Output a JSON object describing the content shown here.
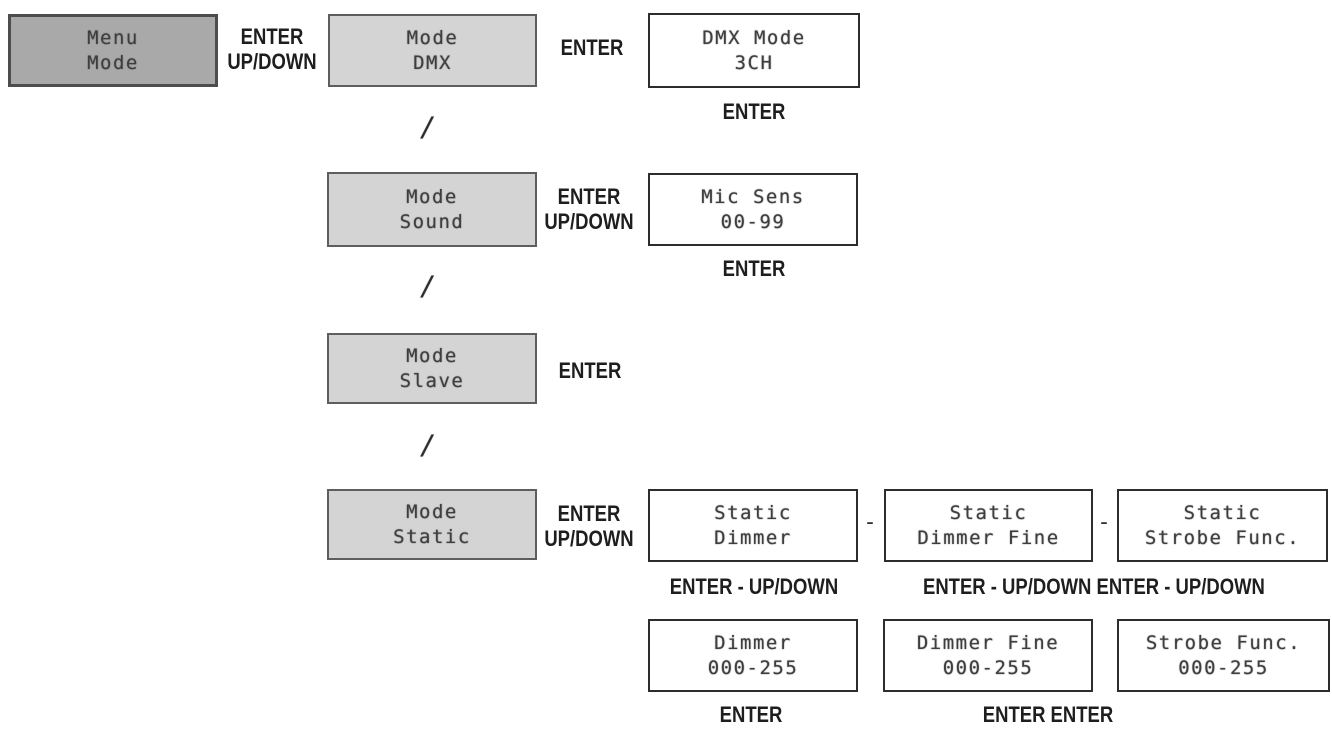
{
  "diagram_title": "menu-mode-navigation-flow",
  "colors": {
    "background": "#ffffff",
    "menu_box_fill": "#a9a9a9",
    "menu_box_border": "#4d4d4d",
    "mode_box_fill": "#d4d4d4",
    "mode_box_border": "#5e5e5e",
    "white_box_fill": "#ffffff",
    "white_box_border": "#2d2d2d",
    "lcd_text": "#3e3e3e",
    "label_text": "#1e1e1e"
  },
  "screens": {
    "menu": {
      "line1": "Menu",
      "line2": "Mode"
    },
    "mode_dmx": {
      "line1": "Mode",
      "line2": "DMX"
    },
    "dmx_mode": {
      "line1": "DMX Mode",
      "line2": "3CH"
    },
    "mode_sound": {
      "line1": "Mode",
      "line2": "Sound"
    },
    "mic_sens": {
      "line1": "Mic Sens",
      "line2": "00-99"
    },
    "mode_slave": {
      "line1": "Mode",
      "line2": "Slave"
    },
    "mode_static": {
      "line1": "Mode",
      "line2": "Static"
    },
    "static_dimmer": {
      "line1": "Static",
      "line2": "Dimmer"
    },
    "static_dimmer_fine": {
      "line1": "Static",
      "line2": "Dimmer Fine"
    },
    "static_strobe": {
      "line1": "Static",
      "line2": "Strobe Func."
    },
    "dimmer_value": {
      "line1": "Dimmer",
      "line2": "000-255"
    },
    "dimmer_fine_value": {
      "line1": "Dimmer Fine",
      "line2": "000-255"
    },
    "strobe_func_value": {
      "line1": "Strobe Func.",
      "line2": "000-255"
    }
  },
  "labels": {
    "enter": "ENTER",
    "up_down": "UP/DOWN",
    "enter_updown": "ENTER - UP/DOWN",
    "enter_updown_double": "ENTER - UP/DOWN ENTER - UP/DOWN",
    "enter_enter": "ENTER ENTER",
    "slash": "/",
    "dash": "-"
  }
}
